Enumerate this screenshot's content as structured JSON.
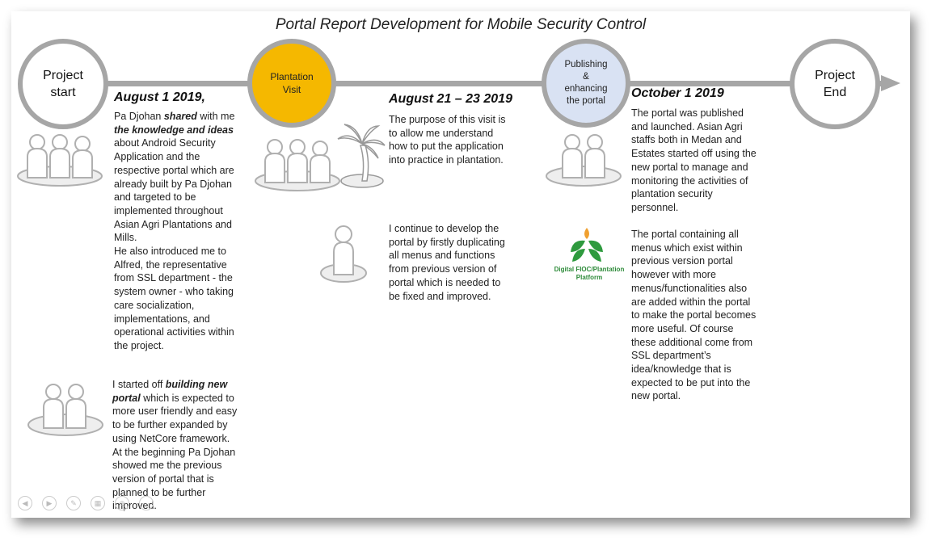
{
  "title": "Portal Report Development for Mobile Security Control",
  "nodes": {
    "start": [
      "Project",
      "start"
    ],
    "visit": [
      "Plantation",
      "Visit"
    ],
    "publish": [
      "Publishing",
      "&",
      "enhancing",
      "the portal"
    ],
    "end": [
      "Project",
      "End"
    ]
  },
  "dates": {
    "d1": "August 1 2019,",
    "d2": "August 21 – 23 2019",
    "d3": "October 1 2019"
  },
  "col1": {
    "p1_a": "Pa Djohan ",
    "p1_b": "shared",
    "p1_c": " with me",
    "p1_d": "the knowledge and ideas",
    "p1_e": "about Android Security\nApplication and the\nrespective portal which are\nalready built by Pa Djohan\nand targeted to be\nimplemented throughout\nAsian Agri Plantations and\nMills.\nHe also introduced me to\nAlfred, the representative\nfrom SSL department - the\nsystem owner - who taking\ncare socialization,\nimplementations, and\noperational activities within\nthe project.",
    "p2_a": "I started off ",
    "p2_b": "building new\nportal",
    "p2_c": " which is expected to\nmore user friendly and easy\nto be further expanded by\nusing NetCore framework.\nAt the beginning Pa Djohan\nshowed me the previous\nversion of portal that is\nplanned to be further\nimproved."
  },
  "col2": {
    "p1": "The purpose of this visit is\nto allow me understand\nhow to put the application\ninto practice in plantation.",
    "p2": "I continue to develop the\nportal by firstly duplicating\nall menus and functions\nfrom previous version of\nportal which is needed to\nbe fixed and improved."
  },
  "col3": {
    "p1": "The portal was published\nand launched. Asian Agri\nstaffs both in Medan and\nEstates started off using the\nnew portal to manage and\nmonitoring the activities of\nplantation security\npersonnel.",
    "p2": "The portal containing all\nmenus which exist within\nprevious version portal\nhowever with more\nmenus/functionalities also\nare added within the portal\nto make the portal becomes\nmore useful. Of course\nthese additional come from\nSSL department’s\nidea/knowledge that is\nexpected to be put into the\nnew portal."
  },
  "logo": {
    "line1": "Digital FIOC/Plantation",
    "line2": "Platform"
  },
  "colors": {
    "line": "#a6a6a6",
    "visit_fill": "#f5b800",
    "publish_fill": "#d9e2f3"
  }
}
